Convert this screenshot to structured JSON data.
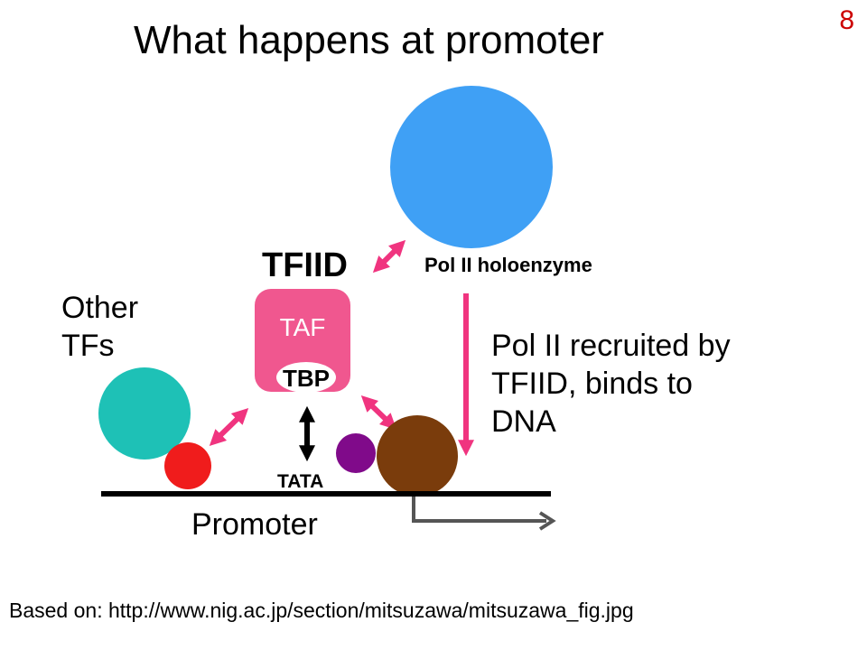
{
  "slide": {
    "title": "What happens at promoter",
    "number": "8",
    "caption": "Based on: http://www.nig.ac.jp/section/mitsuzawa/mitsuzawa_fig.jpg"
  },
  "diagram": {
    "tfiid_label": "TFIID",
    "pol2_label": "Pol II holoenzyme",
    "taf_label": "TAF",
    "tbp_label": "TBP",
    "tata_label": "TATA",
    "promoter_label": "Promoter",
    "other_tfs_line1": "Other",
    "other_tfs_line2": "TFs",
    "recruit_line1": "Pol II recruited by",
    "recruit_line2": "TFIID, binds to",
    "recruit_line3": "DNA"
  },
  "colors": {
    "pol2": "#3fa0f5",
    "tfiid": "#f0578f",
    "arrow": "#f0347f",
    "teal": "#1ec1b6",
    "red": "#f01c1c",
    "purple": "#800a8a",
    "brown": "#7a3c0c",
    "dna": "#000000"
  }
}
